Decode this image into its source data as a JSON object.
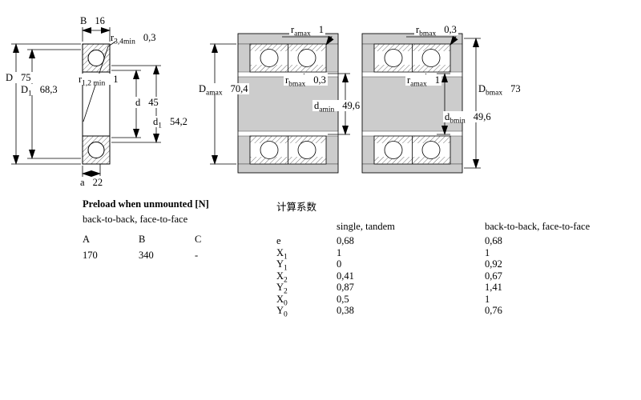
{
  "colors": {
    "housing_gray": "#cccccc",
    "line": "#000000"
  },
  "left_figure": {
    "B": {
      "base": "B",
      "sub": "",
      "value": "16"
    },
    "r34": {
      "base": "r",
      "sub": "3,4min",
      "value": "0,3"
    },
    "D": {
      "base": "D",
      "sub": "",
      "value": "75"
    },
    "D1": {
      "base": "D",
      "sub": "1",
      "value": "68,3"
    },
    "r12": {
      "base": "r",
      "sub": "1,2 min",
      "value": "1"
    },
    "d": {
      "base": "d",
      "sub": "",
      "value": "45"
    },
    "d1": {
      "base": "d",
      "sub": "1",
      "value": "54,2"
    },
    "a": {
      "base": "a",
      "sub": "",
      "value": "22"
    }
  },
  "middle_figure": {
    "ra": {
      "base": "r",
      "sub": "amax",
      "value": "1"
    },
    "Da": {
      "base": "D",
      "sub": "amax",
      "value": "70,4"
    },
    "rb": {
      "base": "r",
      "sub": "bmax",
      "value": "0,3"
    },
    "da": {
      "base": "d",
      "sub": "amin",
      "value": "49,6"
    }
  },
  "right_figure": {
    "rb": {
      "base": "r",
      "sub": "bmax",
      "value": "0,3"
    },
    "ra": {
      "base": "r",
      "sub": "amax",
      "value": "1"
    },
    "Db": {
      "base": "D",
      "sub": "bmax",
      "value": "73"
    },
    "db": {
      "base": "d",
      "sub": "bmin",
      "value": "49,6"
    }
  },
  "preload": {
    "title": "Preload when unmounted [N]",
    "subtitle": "back-to-back, face-to-face",
    "columns": [
      "A",
      "B",
      "C"
    ],
    "values": [
      "170",
      "340",
      "-"
    ]
  },
  "factors": {
    "title": "计算系数",
    "col1_header": "single, tandem",
    "col2_header": "back-to-back, face-to-face",
    "rows": [
      {
        "base": "e",
        "sub": "",
        "v1": "0,68",
        "v2": "0,68"
      },
      {
        "base": "X",
        "sub": "1",
        "v1": "1",
        "v2": "1"
      },
      {
        "base": "Y",
        "sub": "1",
        "v1": "0",
        "v2": "0,92"
      },
      {
        "base": "X",
        "sub": "2",
        "v1": "0,41",
        "v2": "0,67"
      },
      {
        "base": "Y",
        "sub": "2",
        "v1": "0,87",
        "v2": "1,41"
      },
      {
        "base": "X",
        "sub": "0",
        "v1": "0,5",
        "v2": "1"
      },
      {
        "base": "Y",
        "sub": "0",
        "v1": "0,38",
        "v2": "0,76"
      }
    ]
  }
}
